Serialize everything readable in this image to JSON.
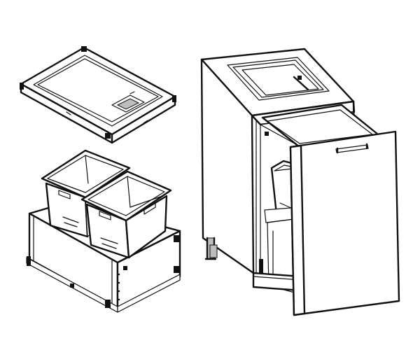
{
  "figure": {
    "type": "technical-line-drawing",
    "line_color": "#111111",
    "background_color": "#ffffff",
    "shade_color": "#bdbdbd",
    "components": [
      "drawer-lid-frame",
      "waste-bin-left",
      "waste-bin-right",
      "pullout-drawer-frame",
      "base-cabinet",
      "cabinet-door",
      "door-handle"
    ]
  }
}
